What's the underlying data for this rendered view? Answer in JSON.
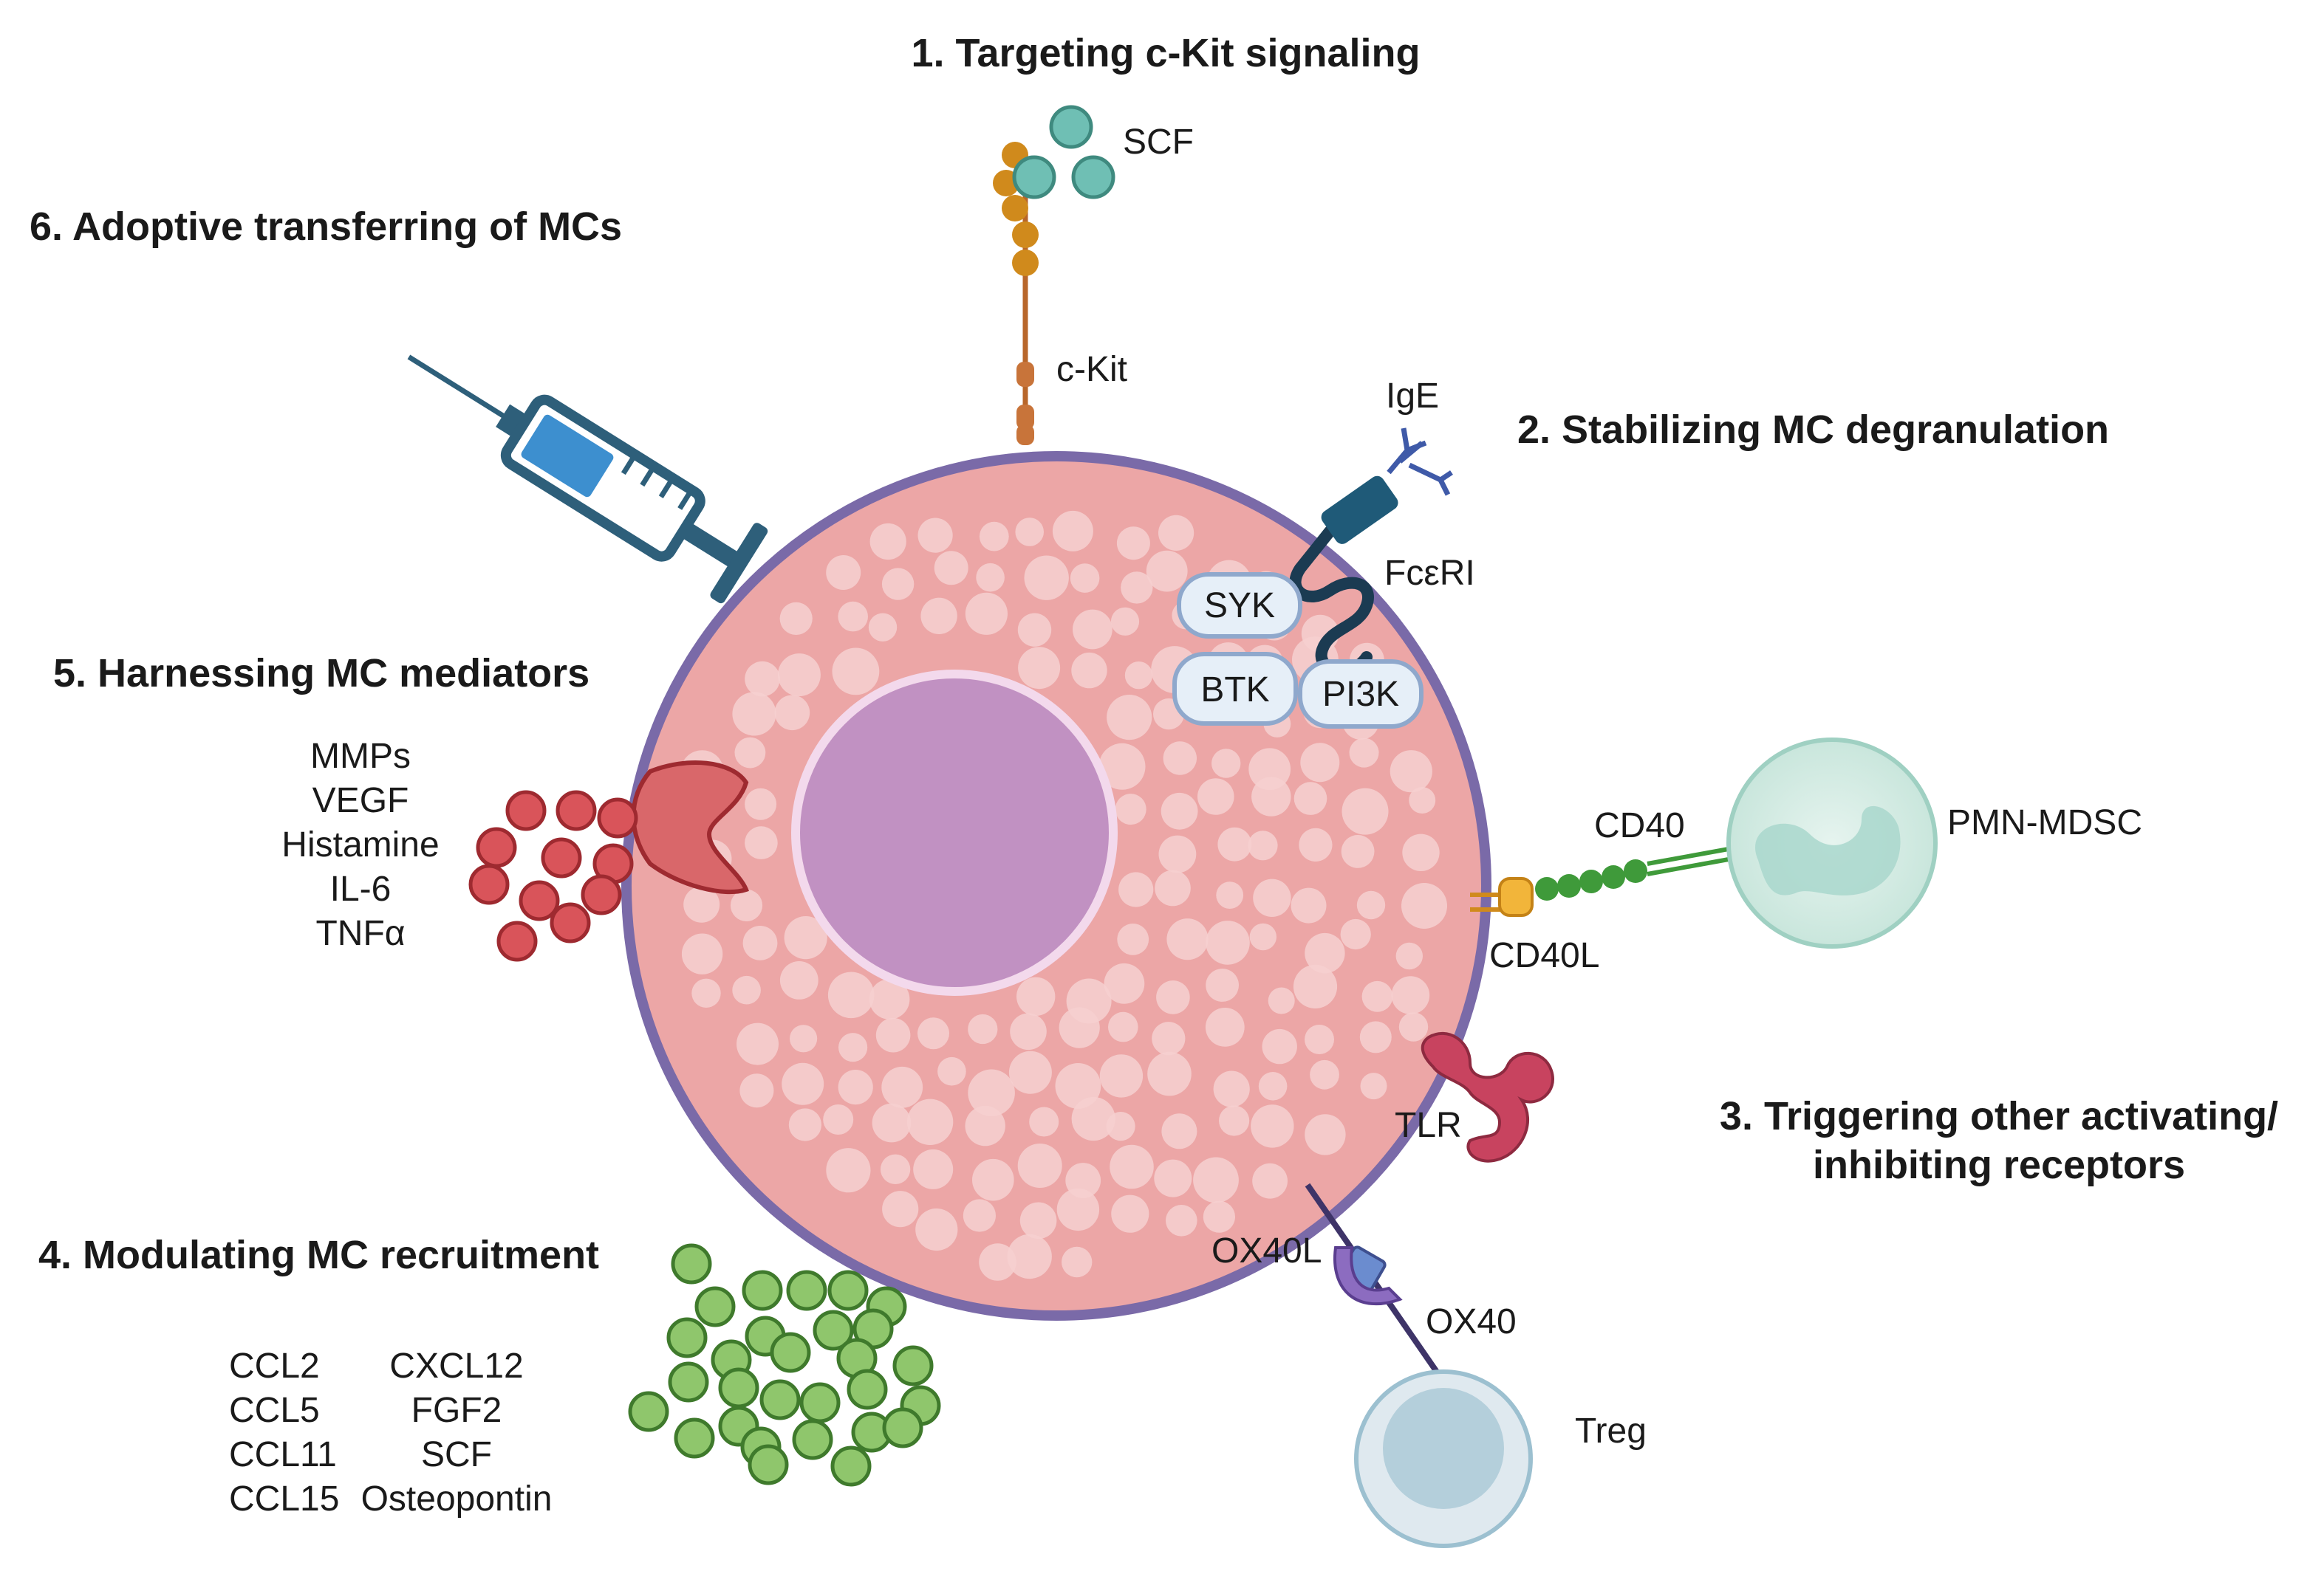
{
  "headings": {
    "h1": "1.  Targeting c-Kit signaling",
    "h2": "2. Stabilizing MC degranulation",
    "h3_line1": "3. Triggering other activating/",
    "h3_line2": "inhibiting receptors",
    "h4": "4. Modulating MC recruitment",
    "h5": "5. Harnessing MC mediators",
    "h6": "6. Adoptive transferring of MCs"
  },
  "labels": {
    "scf": "SCF",
    "ckit": "c-Kit",
    "ige": "IgE",
    "fceri": "FcεRI",
    "syk": "SYK",
    "btk": "BTK",
    "pi3k": "PI3K",
    "cd40": "CD40",
    "cd40l": "CD40L",
    "pmn_mdsc": "PMN-MDSC",
    "tlr": "TLR",
    "ox40l": "OX40L",
    "ox40": "OX40",
    "treg": "Treg"
  },
  "mediators": [
    "MMPs",
    "VEGF",
    "Histamine",
    "IL-6",
    "TNFα"
  ],
  "chemokines_left": [
    "CCL2",
    "CCL5",
    "CCL11",
    "CCL15"
  ],
  "chemokines_right": [
    "CXCL12",
    "FGF2",
    "SCF",
    "Osteopontin"
  ],
  "colors": {
    "cell_fill": "#eca6a6",
    "cell_border": "#7a6aa8",
    "nucleus": "#c191c2",
    "ckit": "#d08a1c",
    "scf": "#6fbfb4",
    "fceri": "#1f5a78",
    "mediator": "#d9545a",
    "chemokine": "#8fc66c",
    "cd40": "#3f9a3a",
    "tlr": "#c8435f",
    "ox40": "#8c6cc0",
    "syringe": "#2e5f7a"
  }
}
